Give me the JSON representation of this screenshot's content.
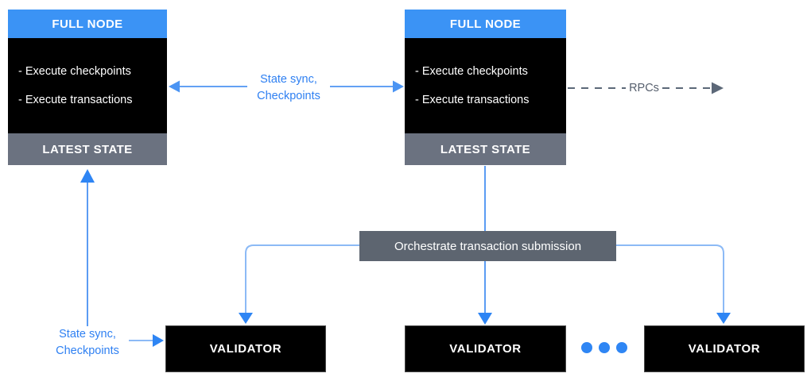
{
  "full_nodes": [
    {
      "header": "FULL NODE",
      "items": [
        "- Execute checkpoints",
        "- Execute transactions"
      ],
      "footer": "LATEST STATE"
    },
    {
      "header": "FULL NODE",
      "items": [
        "- Execute checkpoints",
        "- Execute transactions"
      ],
      "footer": "LATEST STATE"
    }
  ],
  "validators": [
    "VALIDATOR",
    "VALIDATOR",
    "VALIDATOR"
  ],
  "orchestrator_label": "Orchestrate transaction submission",
  "edge_labels": {
    "state_sync_top": {
      "line1": "State sync,",
      "line2": "Checkpoints"
    },
    "state_sync_bottom": {
      "line1": "State sync,",
      "line2": "Checkpoints"
    },
    "rpcs": "RPCs"
  },
  "ellipsis_dot_count": 3,
  "colors": {
    "header_blue": "#3b93f5",
    "accent_blue": "#2e85f4",
    "arrow_blue_line": "#5b9cf3",
    "arrow_blue_light": "#8cbaf6",
    "double_arrow_blue": "#63a1f4",
    "box_black": "#000000",
    "state_bar_gray": "#6b7280",
    "orchestrator_gray": "#5d6570",
    "rpc_slate": "#5c6878",
    "text_white": "#ffffff",
    "background": "#ffffff"
  }
}
